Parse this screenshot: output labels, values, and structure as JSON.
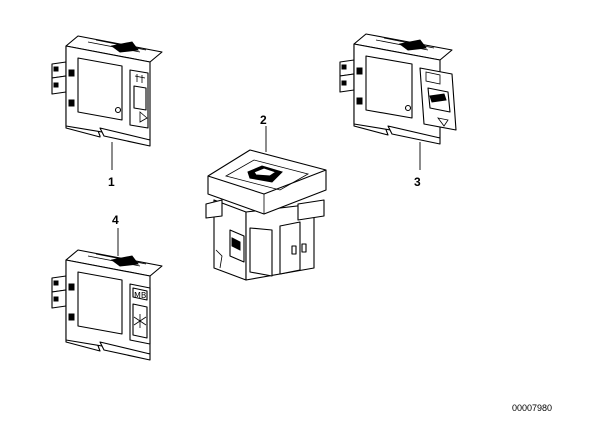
{
  "parts": [
    {
      "number": "1"
    },
    {
      "number": "2"
    },
    {
      "number": "3"
    },
    {
      "number": "4",
      "symbol_text": "MB"
    }
  ],
  "reference_code": "00007980"
}
